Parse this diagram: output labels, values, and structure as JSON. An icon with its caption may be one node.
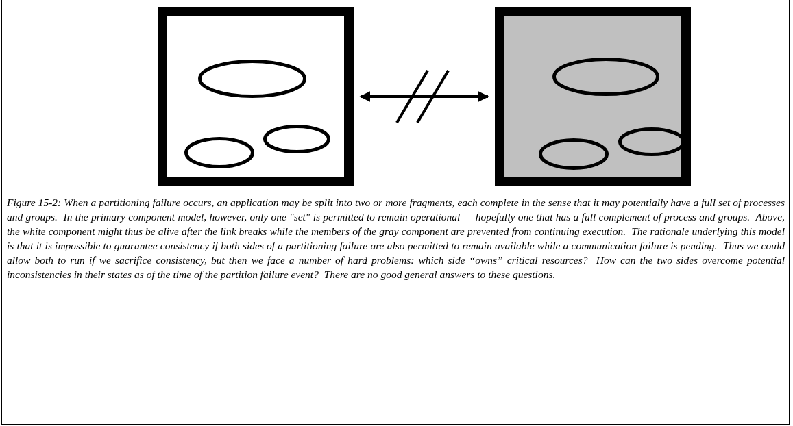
{
  "diagram": {
    "caption": "Figure 15-2: When a partitioning failure occurs, an application may be split into two or more fragments, each complete in the sense that it may potentially have a full set of processes and groups.  In the primary component model, however, only one \"set\" is permitted to remain operational — hopefully one that has a full complement of process and groups.  Above, the white component might thus be alive after the link breaks while the members of the gray component are prevented from continuing execution.  The rationale underlying this model is that it is impossible to guarantee consistency if both sides of a partitioning failure are also permitted to remain available while a communication failure is pending.  Thus we could allow both to run if we sacrifice consistency, but then we face a number of hard problems: which side “owns” critical resources?  How can the two sides overcome potential inconsistencies in their states as of the time of the partition failure event?  There are no good general answers to these questions.",
    "nodes": [
      {
        "text": [],
        "shape": "box"
      },
      {
        "text": [],
        "shape": "ellipse",
        "in": 0
      },
      {
        "text": [],
        "shape": "ellipse",
        "in": 0
      },
      {
        "text": [],
        "shape": "ellipse",
        "in": 0
      },
      {
        "text": [],
        "shape": "box"
      },
      {
        "text": [],
        "shape": "ellipse",
        "in": 4
      },
      {
        "text": [],
        "shape": "ellipse",
        "in": 4
      },
      {
        "text": [],
        "shape": "ellipse",
        "in": 4
      }
    ],
    "edges": [
      {
        "from": 0,
        "to": 4,
        "arrow": "both"
      }
    ]
  }
}
